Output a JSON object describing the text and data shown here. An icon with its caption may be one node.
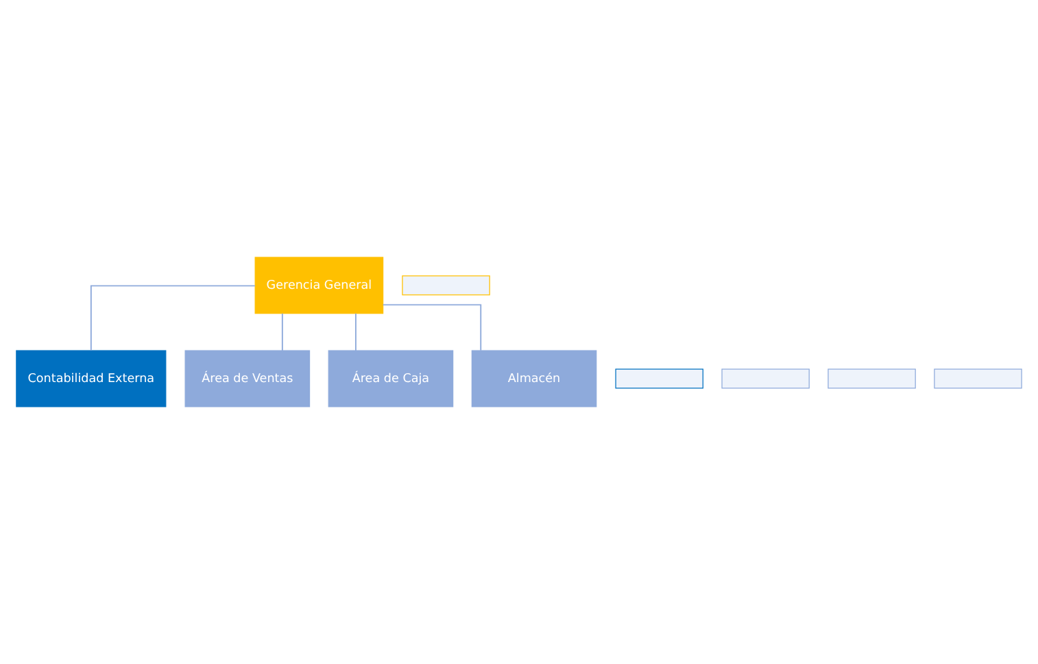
{
  "diagram": {
    "nodes": [
      {
        "text": [
          "Gerencia General"
        ]
      },
      {
        "text": [],
        "shape": "box"
      },
      {
        "text": [
          "Contabilidad Externa"
        ]
      },
      {
        "text": [],
        "shape": "box"
      },
      {
        "text": [
          "Área de Ventas"
        ]
      },
      {
        "text": [],
        "shape": "box"
      },
      {
        "text": [
          "Área de Caja"
        ]
      },
      {
        "text": [],
        "shape": "box"
      },
      {
        "text": [
          "Almacén"
        ]
      },
      {
        "text": [],
        "shape": "box"
      }
    ],
    "edges": [
      {
        "from": 0,
        "to": 2,
        "arrow": "none"
      },
      {
        "from": 0,
        "to": 4,
        "arrow": "none"
      },
      {
        "from": 0,
        "to": 6,
        "arrow": "none"
      },
      {
        "from": 0,
        "to": 8,
        "arrow": "none"
      }
    ]
  }
}
